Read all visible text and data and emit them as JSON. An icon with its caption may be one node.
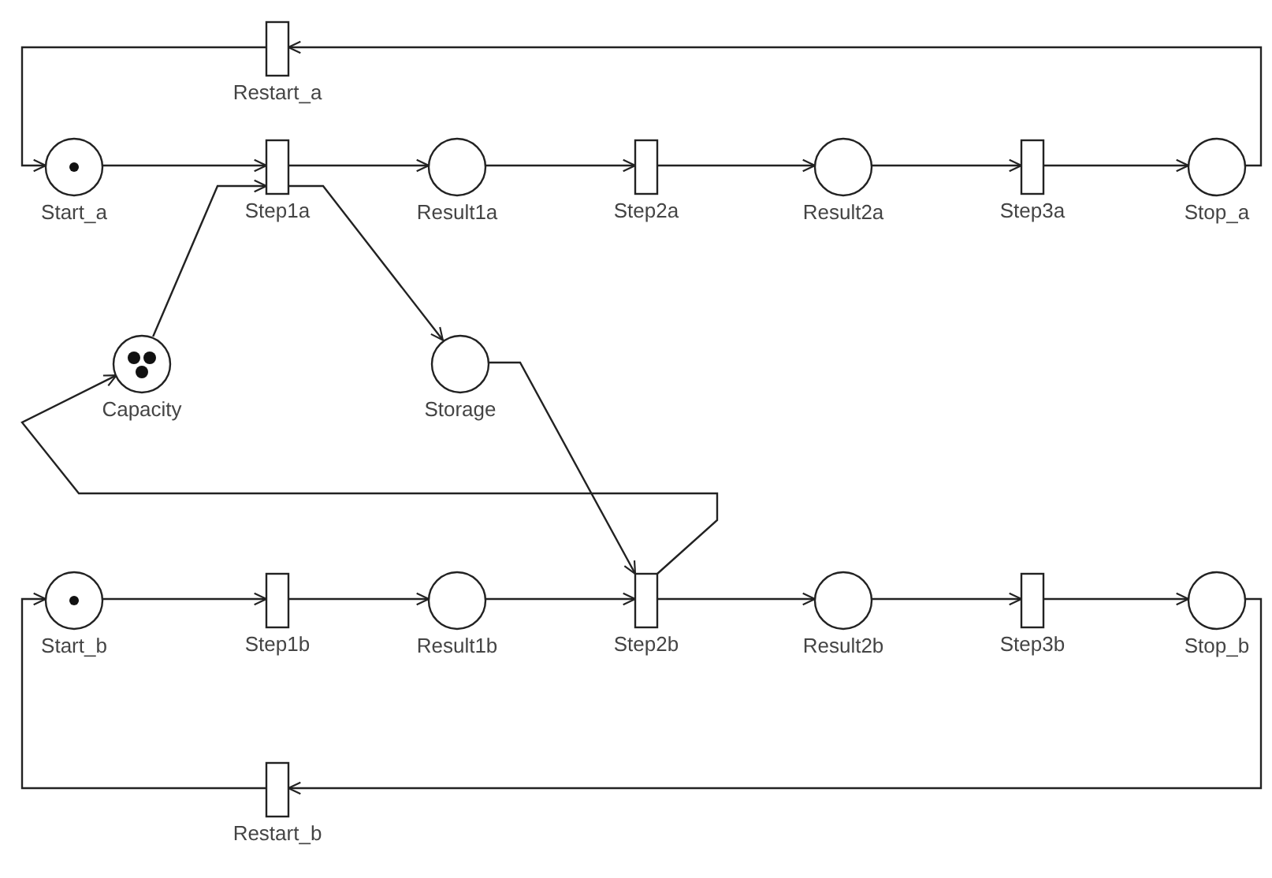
{
  "diagram": {
    "nodes": [
      {
        "text": [
          "Restart_a"
        ]
      },
      {
        "text": [
          "Start_a"
        ]
      },
      {
        "text": [
          "Step1a"
        ]
      },
      {
        "text": [
          "Result1a"
        ]
      },
      {
        "text": [
          "Step2a"
        ]
      },
      {
        "text": [
          "Result2a"
        ]
      },
      {
        "text": [
          "Step3a"
        ]
      },
      {
        "text": [
          "Stop_a"
        ]
      },
      {
        "text": [
          "Capacity"
        ]
      },
      {
        "text": [
          "Storage"
        ]
      },
      {
        "text": [
          "Start_b"
        ]
      },
      {
        "text": [
          "Step1b"
        ]
      },
      {
        "text": [
          "Result1b"
        ]
      },
      {
        "text": [
          "Step2b"
        ]
      },
      {
        "text": [
          "Result2b"
        ]
      },
      {
        "text": [
          "Step3b"
        ]
      },
      {
        "text": [
          "Stop_b"
        ]
      },
      {
        "text": [
          "Restart_b"
        ]
      }
    ],
    "edges": [
      {
        "from": 1,
        "to": 2,
        "arrow": "to"
      },
      {
        "from": 2,
        "to": 3,
        "arrow": "to"
      },
      {
        "from": 3,
        "to": 4,
        "arrow": "to"
      },
      {
        "from": 4,
        "to": 5,
        "arrow": "to"
      },
      {
        "from": 5,
        "to": 6,
        "arrow": "to"
      },
      {
        "from": 6,
        "to": 7,
        "arrow": "to"
      },
      {
        "from": 7,
        "to": 0,
        "arrow": "to"
      },
      {
        "from": 0,
        "to": 1,
        "arrow": "to"
      },
      {
        "from": 8,
        "to": 2,
        "arrow": "to"
      },
      {
        "from": 2,
        "to": 9,
        "arrow": "to"
      },
      {
        "from": 9,
        "to": 13,
        "arrow": "to"
      },
      {
        "from": 13,
        "to": 8,
        "arrow": "to"
      },
      {
        "from": 10,
        "to": 11,
        "arrow": "to"
      },
      {
        "from": 11,
        "to": 12,
        "arrow": "to"
      },
      {
        "from": 12,
        "to": 13,
        "arrow": "to"
      },
      {
        "from": 13,
        "to": 14,
        "arrow": "to"
      },
      {
        "from": 14,
        "to": 15,
        "arrow": "to"
      },
      {
        "from": 15,
        "to": 16,
        "arrow": "to"
      },
      {
        "from": 16,
        "to": 17,
        "arrow": "to"
      },
      {
        "from": 17,
        "to": 10,
        "arrow": "to"
      }
    ]
  }
}
